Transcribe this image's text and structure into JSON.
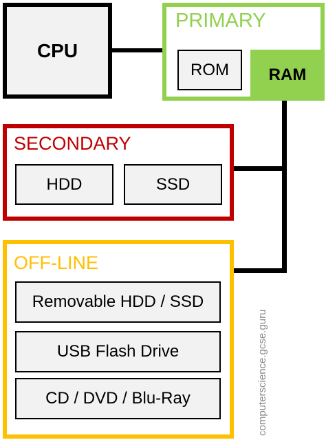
{
  "colors": {
    "primary": "#92d050",
    "secondary": "#c00000",
    "offline": "#ffc000"
  },
  "cpu": {
    "label": "CPU"
  },
  "primary": {
    "title": "PRIMARY",
    "rom": "ROM",
    "ram": "RAM"
  },
  "secondary": {
    "title": "SECONDARY",
    "items": [
      "HDD",
      "SSD"
    ]
  },
  "offline": {
    "title": "OFF-LINE",
    "items": [
      "Removable HDD / SSD",
      "USB Flash Drive",
      "CD / DVD / Blu-Ray"
    ]
  },
  "credit": "computerscience.gcse.guru"
}
